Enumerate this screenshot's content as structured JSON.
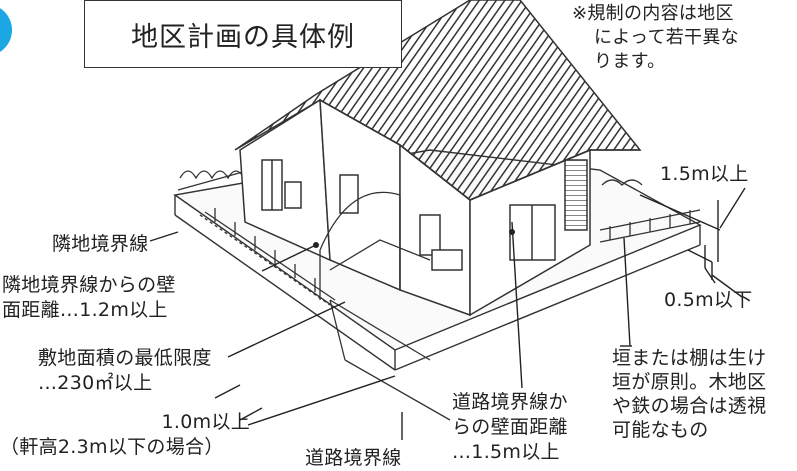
{
  "title": "地区計画の具体例",
  "note": [
    "※規制の内容は地区",
    "によって若干異な",
    "ります。"
  ],
  "labels": {
    "neighbor_boundary": "隣地境界線",
    "neighbor_setback": [
      "隣地境界線からの壁",
      "面距離…1.2m以上"
    ],
    "min_lot_area": [
      "敷地面積の最低限度",
      "…230㎡以上"
    ],
    "eaves_setback": [
      "1.0m以上",
      "（軒高2.3m以下の場合）"
    ],
    "road_boundary": "道路境界線",
    "road_setback": [
      "道路境界線か",
      "らの壁面距離",
      "…1.5m以上"
    ],
    "fence_height_top": "1.5m以上",
    "fence_height_bottom": "0.5m以下",
    "hedge_rule": [
      "垣または棚は生け",
      "垣が原則。木地区",
      "や鉄の場合は透視",
      "可能なもの"
    ]
  },
  "colors": {
    "line": "#222222",
    "badge": "#1aa7e3"
  }
}
